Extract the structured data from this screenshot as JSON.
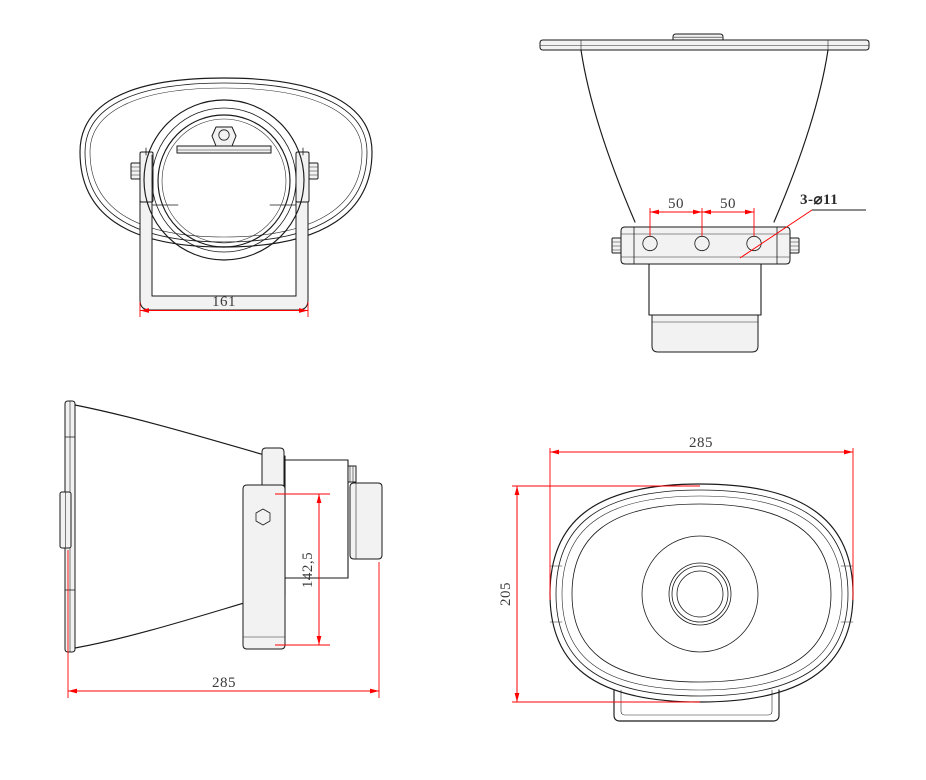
{
  "document": {
    "type": "engineering-drawing",
    "subject": "horn-loudspeaker",
    "background_color": "#ffffff",
    "line_color": "#1a1a1a",
    "dimension_color": "#ff0000",
    "dimension_text_color": "#3a3a3a"
  },
  "views": {
    "front": {
      "name": "front-view",
      "position": "top-left"
    },
    "top": {
      "name": "top-view",
      "position": "top-right"
    },
    "side": {
      "name": "side-view",
      "position": "bottom-left"
    },
    "rear": {
      "name": "rear-view",
      "position": "bottom-right"
    }
  },
  "dimensions": {
    "bracket_width": {
      "value": "161",
      "view": "front-view",
      "orientation": "horizontal"
    },
    "hole_spacing_left": {
      "value": "50",
      "view": "top-view",
      "orientation": "horizontal"
    },
    "hole_spacing_right": {
      "value": "50",
      "view": "top-view",
      "orientation": "horizontal"
    },
    "hole_callout": {
      "value": "3-⌀11",
      "view": "top-view",
      "orientation": "leader"
    },
    "bracket_height": {
      "value": "142,5",
      "view": "side-view",
      "orientation": "vertical"
    },
    "overall_length": {
      "value": "285",
      "view": "side-view",
      "orientation": "horizontal"
    },
    "overall_width": {
      "value": "285",
      "view": "rear-view",
      "orientation": "horizontal"
    },
    "overall_height": {
      "value": "205",
      "view": "rear-view",
      "orientation": "vertical"
    }
  }
}
